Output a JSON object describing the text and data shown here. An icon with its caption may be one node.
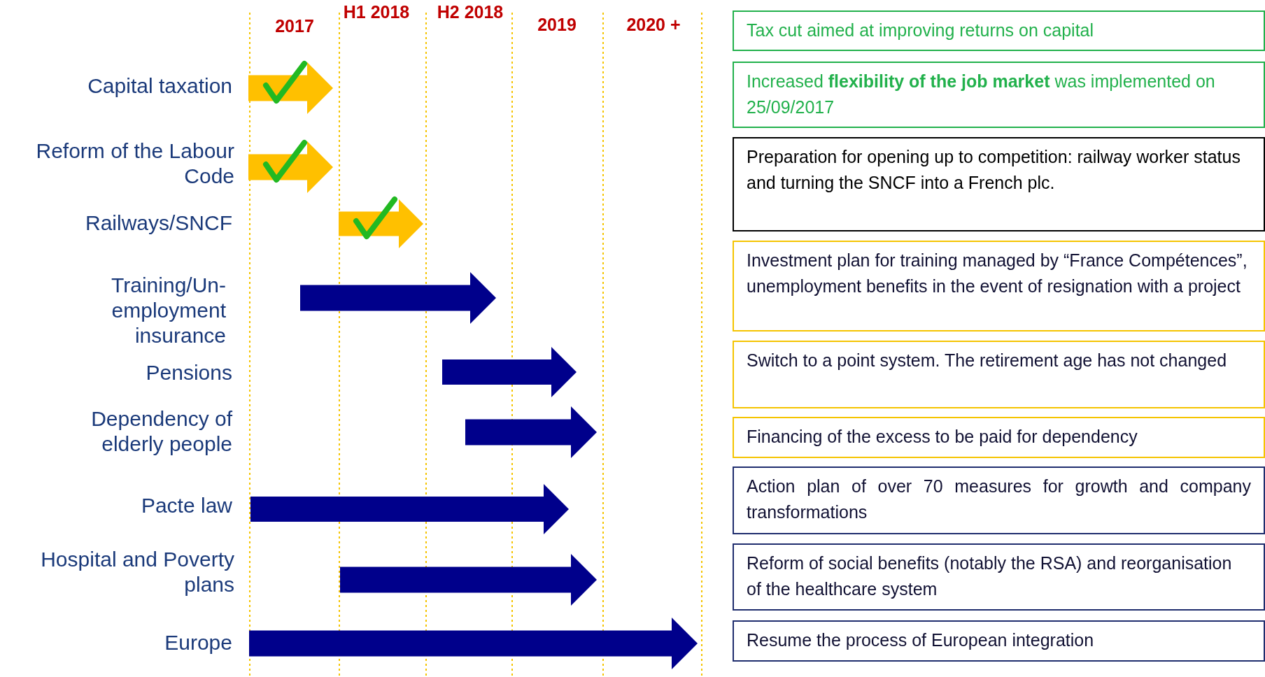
{
  "diagram": {
    "nodes": [
      {
        "text": [
          "Tax cut aimed at improving returns on capital"
        ]
      },
      {
        "text": [
          "Increased **flexibility of the job market** was implemented on 25/09/2017"
        ]
      },
      {
        "text": [
          "Preparation for opening up to competition: railway worker status and turning the SNCF into a French plc."
        ]
      },
      {
        "text": [
          "Investment plan for training managed by “France Compétences”, unemployment benefits in the event of resignation with a project"
        ]
      },
      {
        "text": [
          "Switch to a point system. The retirement age has not changed"
        ]
      },
      {
        "text": [
          "Financing of the excess to be paid for dependency"
        ]
      },
      {
        "text": [
          "Action plan of over 70 measures for growth and company transformations"
        ]
      },
      {
        "text": [
          "Reform of social benefits (notably the RSA) and reorganisation of the healthcare system"
        ]
      },
      {
        "text": [
          "Resume the process of European integration"
        ]
      }
    ],
    "edges": [],
    "labels": [
      "2017",
      "H1 2018",
      "H2 2018",
      "2019",
      "2020 +",
      "Capital taxation",
      "Reform of the Labour Code",
      "Railways/SNCF",
      "Training/Un-employment insurance",
      "Pensions",
      "Dependency of elderly people",
      "Pacte law",
      "Hospital and Poverty plans",
      "Europe"
    ]
  }
}
